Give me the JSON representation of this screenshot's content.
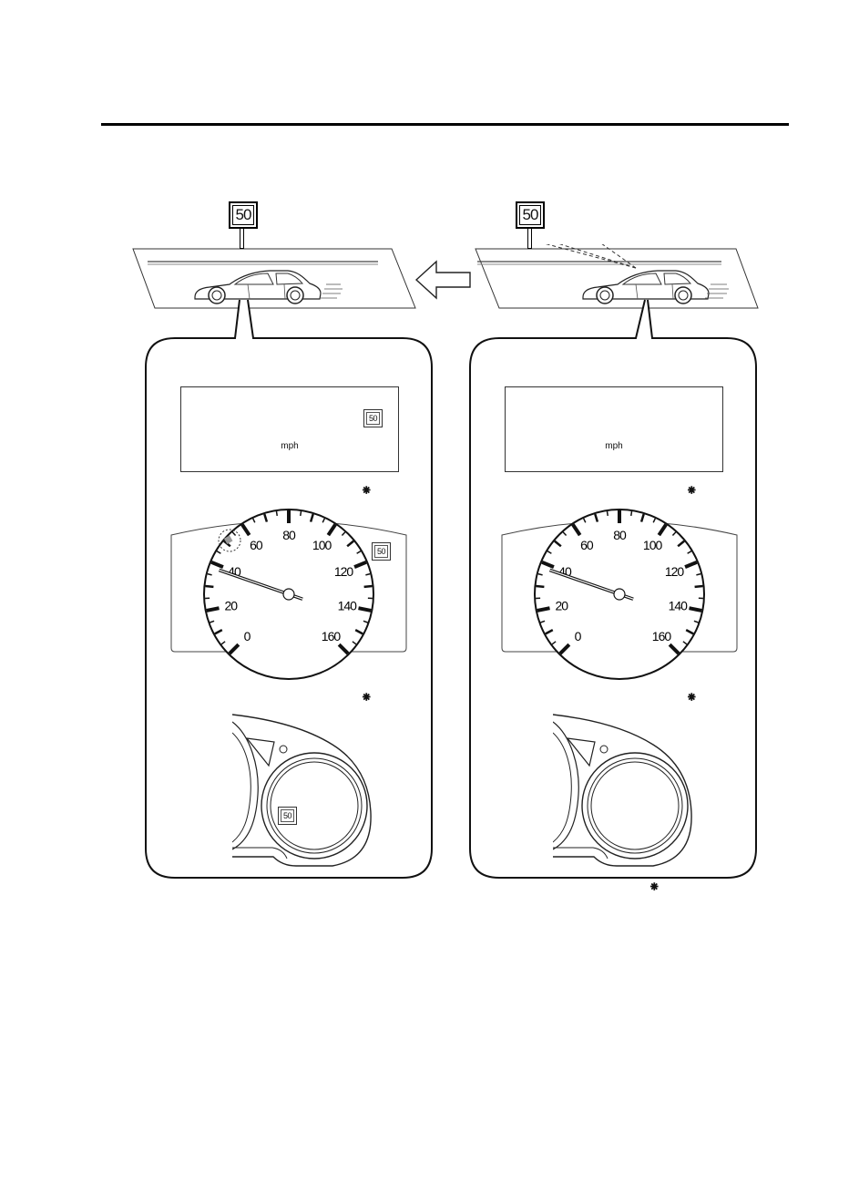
{
  "rule_color": "#000000",
  "road_sign": {
    "left": "50",
    "right": "50"
  },
  "top_display": {
    "left_unit": "mph",
    "left_badge": "50",
    "right_unit": "mph"
  },
  "asterisks": [
    "⁕",
    "⁕",
    "⁕",
    "⁕",
    "⁕"
  ],
  "speedometer": {
    "labels": [
      "0",
      "20",
      "40",
      "60",
      "80",
      "100",
      "120",
      "140",
      "160"
    ],
    "min": 0,
    "max": 160,
    "needle_value": 38,
    "left_badge": "50"
  },
  "cluster": {
    "left_badge": "50"
  },
  "icons": {
    "arrow": "left-arrow-icon",
    "car": "sedan-car-icon"
  }
}
